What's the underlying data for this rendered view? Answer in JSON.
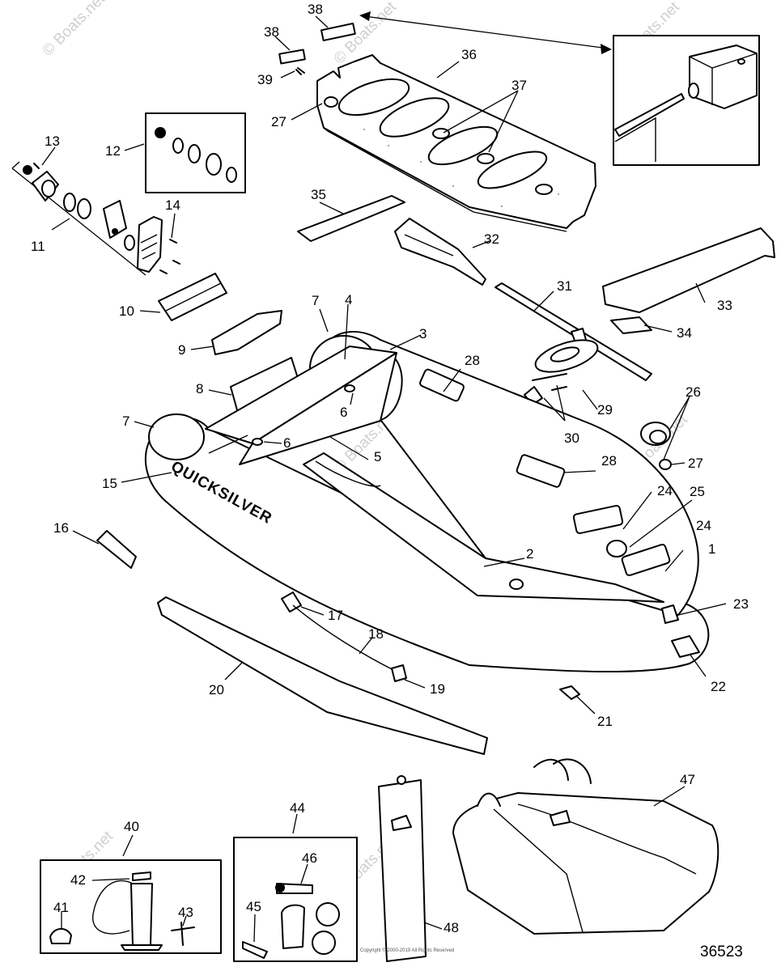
{
  "figure": {
    "number": "36523",
    "boat_brand_text": "QUICKSILVER"
  },
  "watermark": {
    "text": "© Boats.net"
  },
  "footer": {
    "copyright": "Copyright © 2000-2019 All Rights Reserved"
  },
  "callouts": {
    "c1": "1",
    "c2": "2",
    "c3": "3",
    "c4": "4",
    "c5": "5",
    "c6a": "6",
    "c6b": "6",
    "c7a": "7",
    "c7b": "7",
    "c8": "8",
    "c9": "9",
    "c10": "10",
    "c11": "11",
    "c12": "12",
    "c13": "13",
    "c14": "14",
    "c15": "15",
    "c16": "16",
    "c17": "17",
    "c18": "18",
    "c19": "19",
    "c20": "20",
    "c21": "21",
    "c22": "22",
    "c23": "23",
    "c24a": "24",
    "c24b": "24",
    "c25": "25",
    "c26": "26",
    "c27a": "27",
    "c27b": "27",
    "c28a": "28",
    "c28b": "28",
    "c29": "29",
    "c30": "30",
    "c31": "31",
    "c32": "32",
    "c33": "33",
    "c34": "34",
    "c35": "35",
    "c36": "36",
    "c37": "37",
    "c38a": "38",
    "c38b": "38",
    "c39": "39",
    "c40": "40",
    "c41": "41",
    "c42": "42",
    "c43": "43",
    "c44": "44",
    "c45": "45",
    "c46": "46",
    "c47": "47",
    "c48": "48"
  }
}
